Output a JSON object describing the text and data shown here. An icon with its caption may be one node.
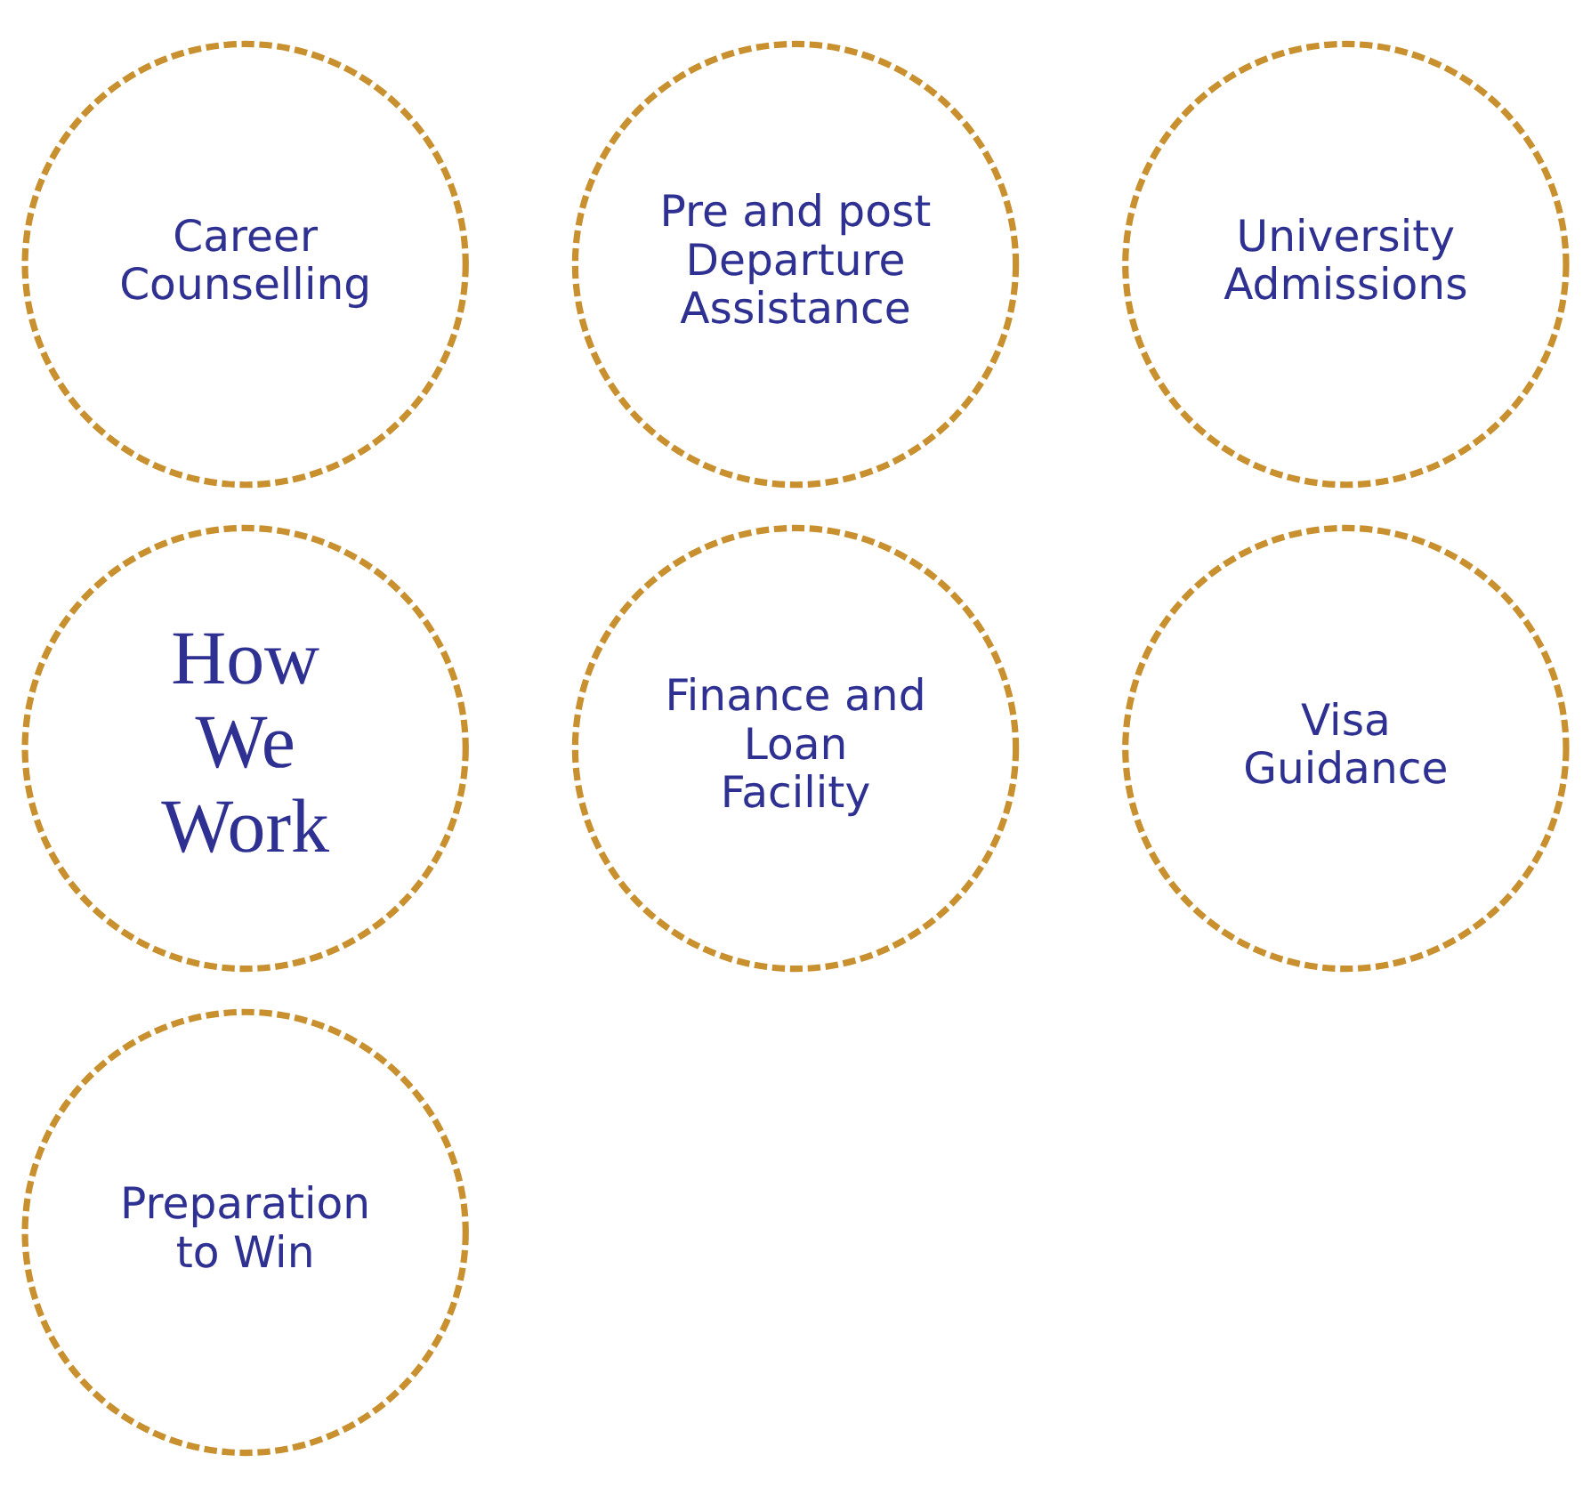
{
  "diagram": {
    "nodes": [
      {
        "text": [
          "Career Counselling"
        ]
      },
      {
        "text": [
          "Pre and post Departure Assistance"
        ]
      },
      {
        "text": [
          "University Admissions"
        ]
      },
      {
        "text": [
          "How We Work"
        ]
      },
      {
        "text": [
          "Finance and Loan Facility"
        ]
      },
      {
        "text": [
          "Visa Guidance"
        ]
      },
      {
        "text": [
          "Preparation to Win"
        ]
      }
    ],
    "edges": []
  }
}
